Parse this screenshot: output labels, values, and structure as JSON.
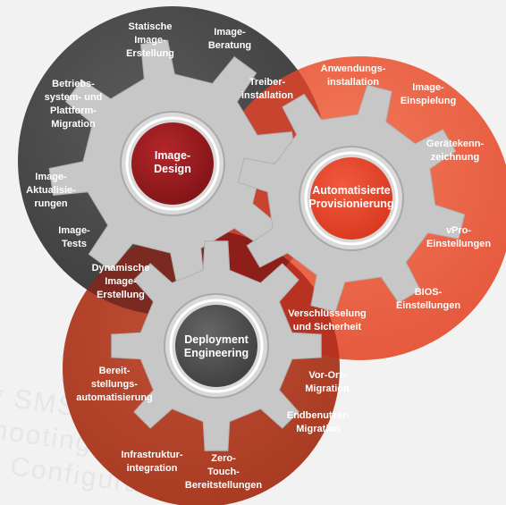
{
  "watermark": {
    "line1": "* SMS",
    "line2": "hooting",
    "line3": "Configurati"
  },
  "colors": {
    "image_design_circle": "#4a4a4a",
    "provisioning_circle": "#ec6247",
    "deployment_circle": "#b3402b",
    "gear": "#c7c7c7",
    "image_design_hub": "#9a1c1f",
    "provisioning_hub": "#e8452c",
    "deployment_hub": "#555555"
  },
  "hubs": {
    "image_design": "Image-\nDesign",
    "provisioning": "Automatisierte\nProvisionierung",
    "deployment": "Deployment\nEngineering"
  },
  "image_design_items": [
    "Statische\nImage-\nErstellung",
    "Image-\nBeratung",
    "Betriebs-\nsystem- und\nPlattform-\nMigration",
    "Image-\nAktualisie-\nrungen",
    "Image-\nTests"
  ],
  "provisioning_items": [
    "Anwendungs-\ninstallation",
    "Image-\nEinspielung",
    "Gerätekenn-\nzeichnung",
    "vPro-\nEinstellungen",
    "BIOS-\nEinstellungen"
  ],
  "deployment_items": [
    "Bereit-\nstellungs-\nautomatisierung",
    "Infrastruktur-\nintegration",
    "Zero-\nTouch-\nBereitstellungen",
    "Endbenutzer-\nMigration",
    "Vor-Ort-\nMigration"
  ],
  "overlap_items": {
    "treiber": "Treiber-\ninstallation",
    "dynamische": "Dynamische\nImage-\nErstellung",
    "verschluesselung": "Verschlüsselung\nund Sicherheit"
  }
}
